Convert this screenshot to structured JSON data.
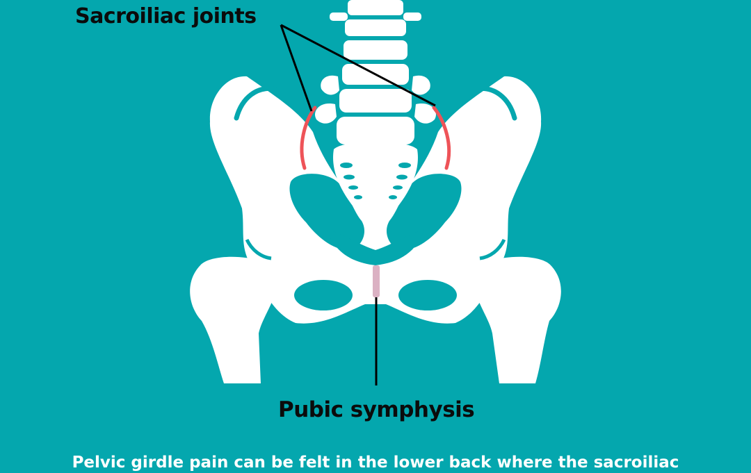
{
  "labels": {
    "sacroiliac": "Sacroiliac joints",
    "pubic": "Pubic symphysis"
  },
  "caption": "Pelvic girdle pain can be felt in the lower back where the sacroiliac",
  "colors": {
    "background": "#04a7ae",
    "bone": "#ffffff",
    "sacroiliac_joint": "#ee5358",
    "pubic_symphysis": "#dbb1c3",
    "leader_line": "#000000"
  }
}
